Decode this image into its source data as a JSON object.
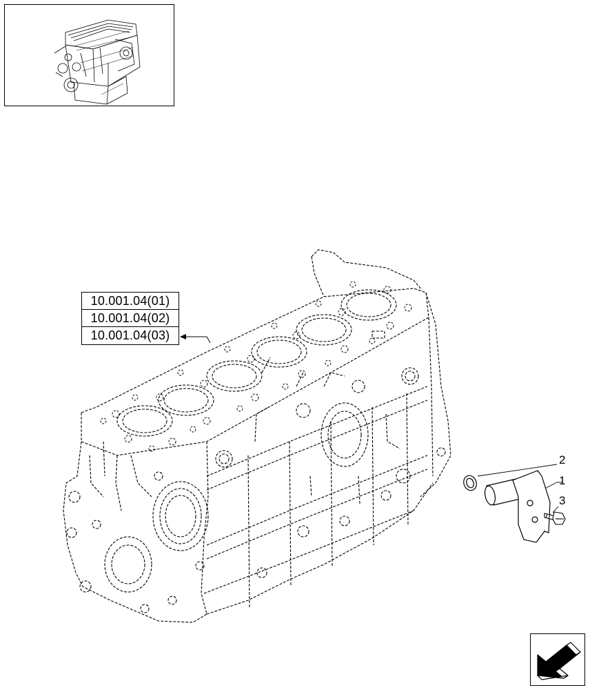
{
  "references": [
    {
      "label": "10.001.04(01)"
    },
    {
      "label": "10.001.04(02)"
    },
    {
      "label": "10.001.04(03)"
    }
  ],
  "callouts": [
    {
      "label": "1"
    },
    {
      "label": "2"
    },
    {
      "label": "3"
    }
  ],
  "icons": {
    "thumbnail": "engine-thumbnail-icon",
    "navigation": "back-arrow-icon"
  },
  "colors": {
    "line": "#000000",
    "background": "#ffffff"
  }
}
